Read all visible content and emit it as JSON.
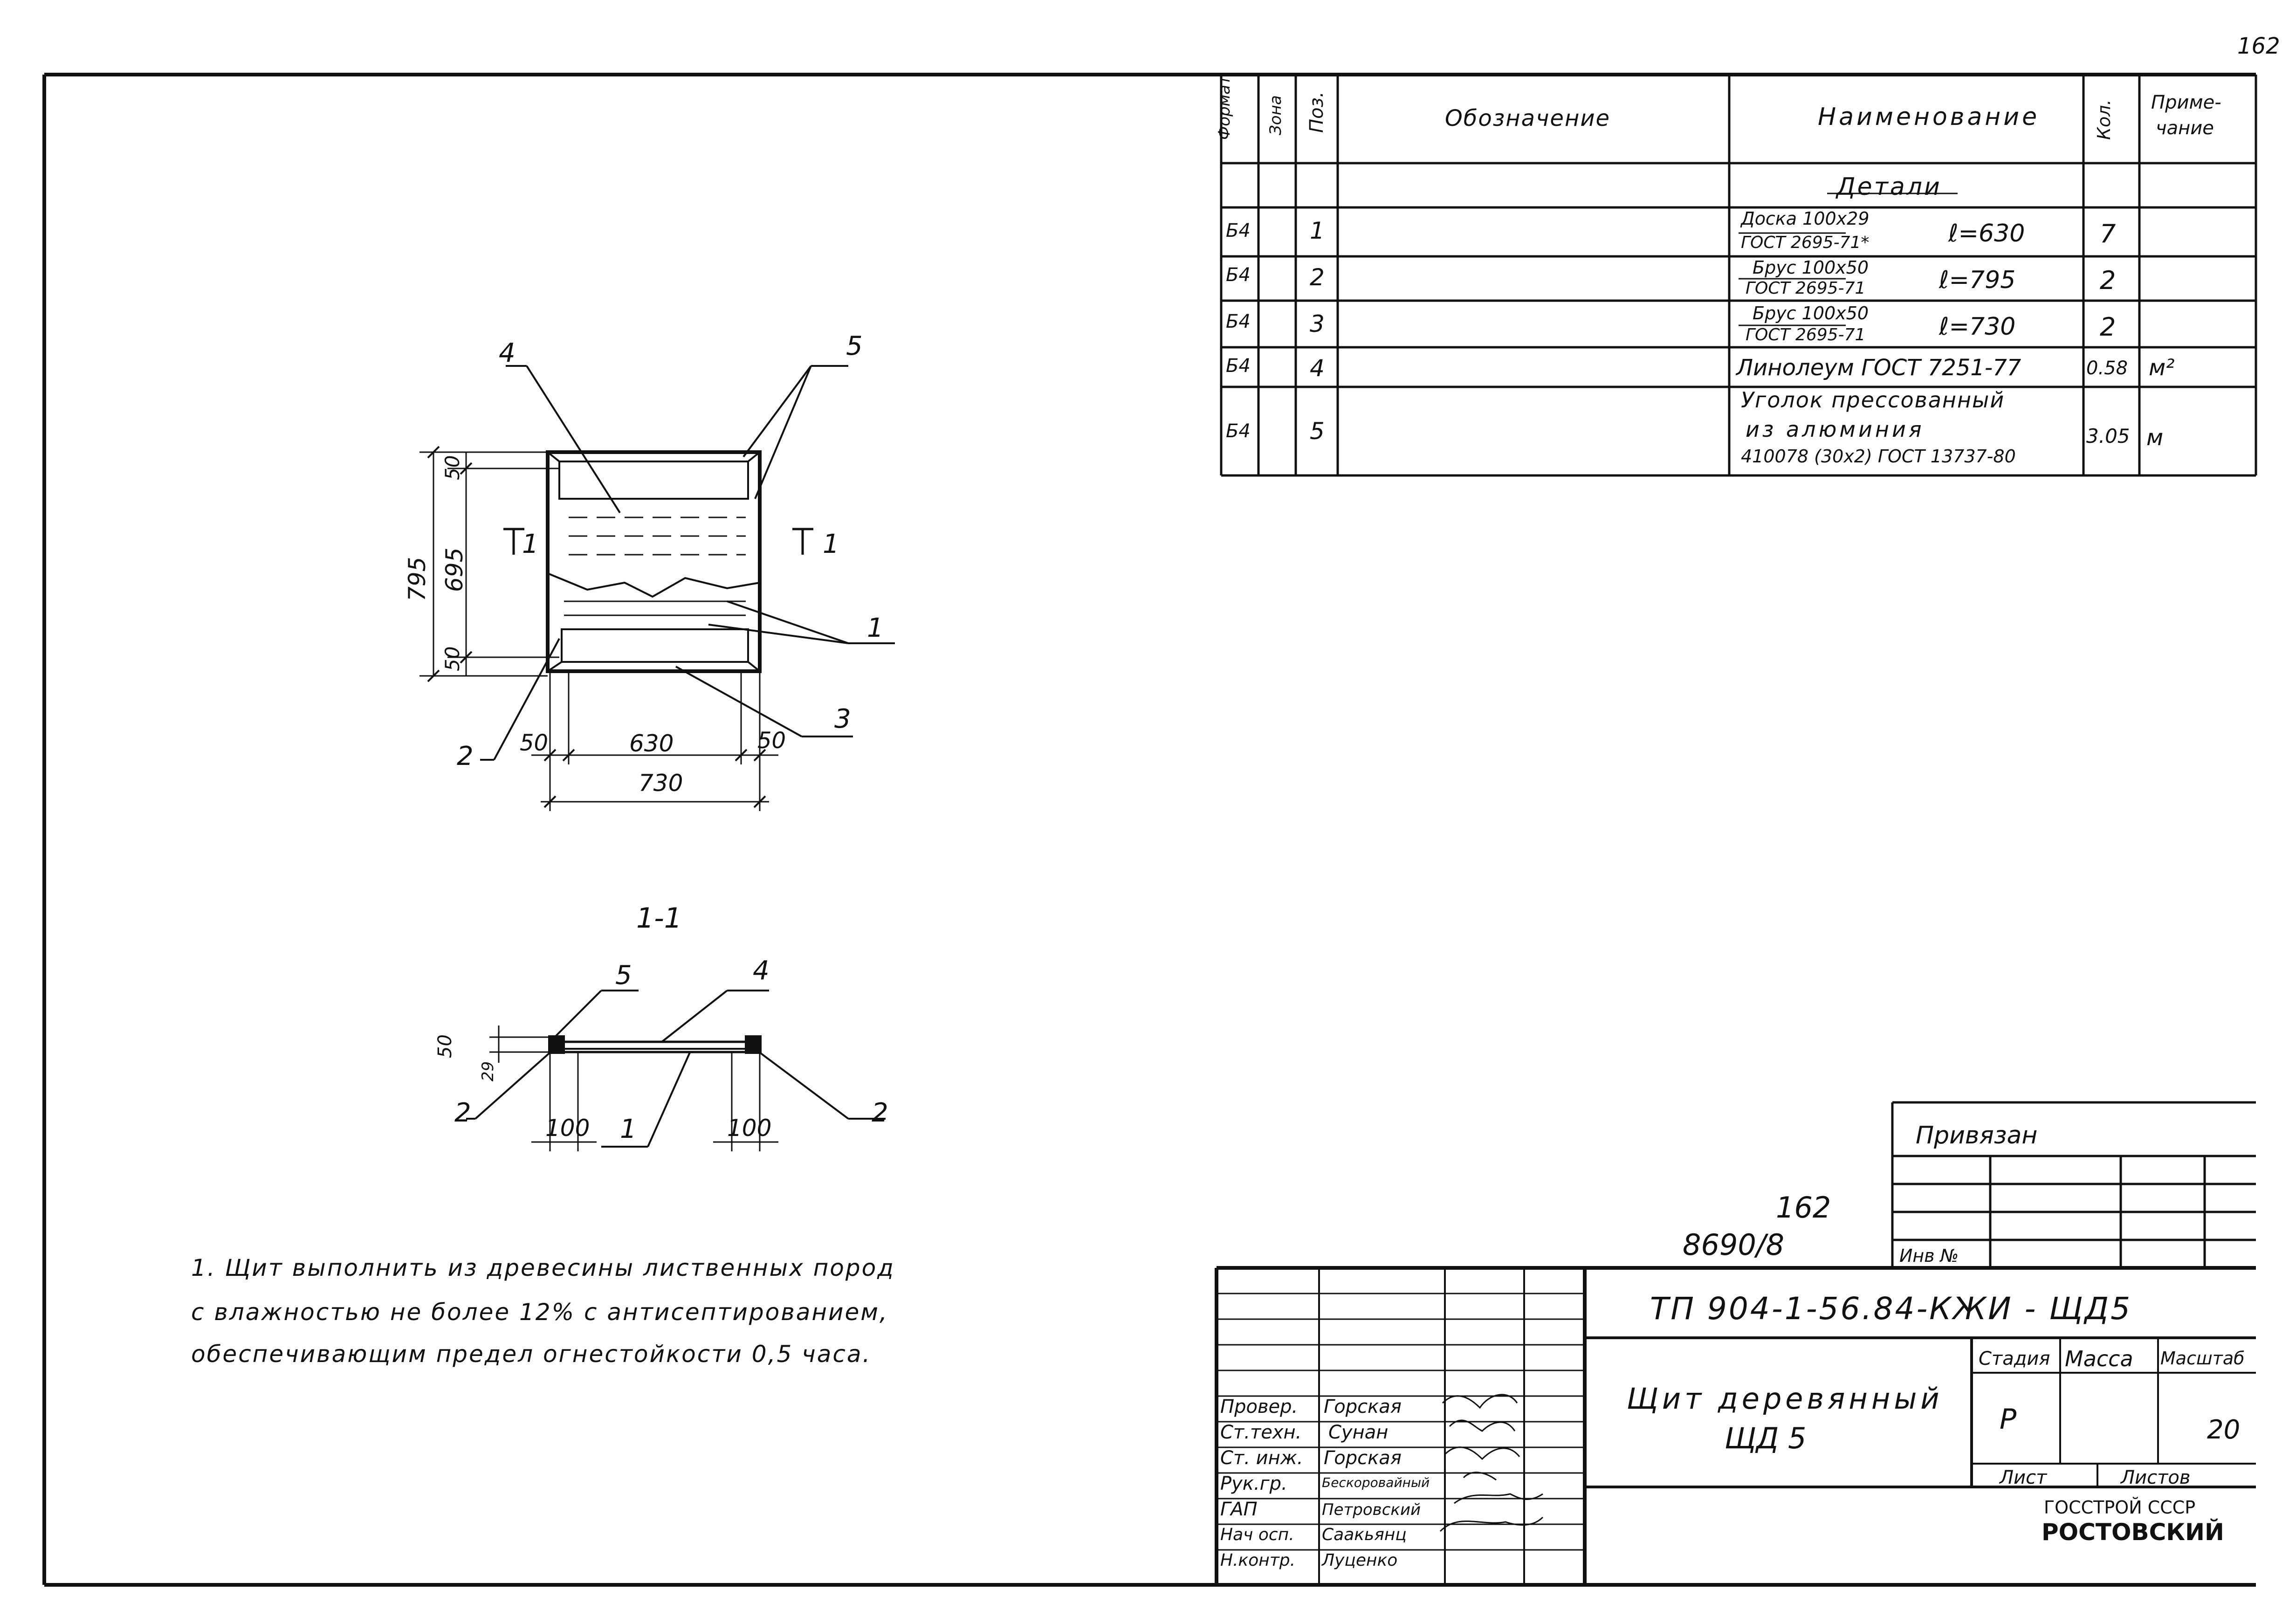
{
  "page_number": "162",
  "spec_table": {
    "headers": {
      "format": "Формат",
      "zone": "Зона",
      "pos": "Поз.",
      "designation": "Обозначение",
      "name": "Наименование",
      "qty": "Кол.",
      "note_line1": "Приме-",
      "note_line2": "чание"
    },
    "section_title": "Детали",
    "rows": [
      {
        "format": "Б4",
        "pos": "1",
        "name_line1": "Доска 100x29",
        "name_line2": "ГОСТ 2695-71*",
        "length": "ℓ=630",
        "qty": "7",
        "note": ""
      },
      {
        "format": "Б4",
        "pos": "2",
        "name_line1": "Брус 100x50",
        "name_line2": "ГОСТ 2695-71",
        "length": "ℓ=795",
        "qty": "2",
        "note": ""
      },
      {
        "format": "Б4",
        "pos": "3",
        "name_line1": "Брус 100x50",
        "name_line2": "ГОСТ 2695-71",
        "length": "ℓ=730",
        "qty": "2",
        "note": ""
      },
      {
        "format": "Б4",
        "pos": "4",
        "name_line1": "Линолеум ГОСТ 7251-77",
        "name_line2": "",
        "name_line3": "",
        "length": "",
        "qty": "0.58",
        "note": "м²"
      },
      {
        "format": "Б4",
        "pos": "5",
        "name_line1": "Уголок прессованный",
        "name_line2": "из алюминия",
        "name_line3": "410078 (30x2) ГОСТ 13737-80",
        "length": "",
        "qty": "3.05",
        "note": "м"
      }
    ]
  },
  "plan_view": {
    "leaders": [
      "4",
      "5",
      "1",
      "3",
      "2"
    ],
    "section_marks": [
      "1",
      "1"
    ],
    "dims": {
      "total_height": "795",
      "inner_height": "695",
      "top_band": "50",
      "bottom_band": "50",
      "left_band": "50",
      "inner_width": "630",
      "right_band": "50",
      "total_width": "730"
    }
  },
  "section_view": {
    "title": "1-1",
    "leaders": [
      "5",
      "4",
      "2",
      "1",
      "2"
    ],
    "dims": {
      "height": "50",
      "thickness": "29",
      "left": "100",
      "right": "100"
    }
  },
  "notes": {
    "line1": "1. Щит выполнить из древесины лиственных пород",
    "line2": "с влажностью не более 12% с антисептированием,",
    "line3": "обеспечивающим предел огнестойкости 0,5 часа."
  },
  "stamp": {
    "binding_label": "Привязан",
    "inv_label": "Инв №",
    "inventory_number": "8690/8",
    "inventory_sheet": "162",
    "doc_code": "ТП 904-1-56.84-КЖИ - ЩД5",
    "title_line1": "Щит деревянный",
    "title_line2": "ЩД 5",
    "stage_label": "Стадия",
    "mass_label": "Масса",
    "scale_label": "Масштаб",
    "stage_value": "Р",
    "scale_value": "20",
    "sheet_label": "Лист",
    "sheets_label": "Листов",
    "org_line1": "ГОССТРОЙ СССР",
    "org_line2": "РОСТОВСКИЙ",
    "signers": [
      {
        "role": "Провер.",
        "name": "Горская"
      },
      {
        "role": "Ст.техн.",
        "name": "Сунан"
      },
      {
        "role": "Ст. инж.",
        "name": "Горская"
      },
      {
        "role": "Рук.гр.",
        "name": "Бескоровайный"
      },
      {
        "role": "ГАП",
        "name": "Петровский"
      },
      {
        "role": "Нач осп.",
        "name": "Саакьянц"
      },
      {
        "role": "Н.контр.",
        "name": "Луценко"
      }
    ]
  }
}
